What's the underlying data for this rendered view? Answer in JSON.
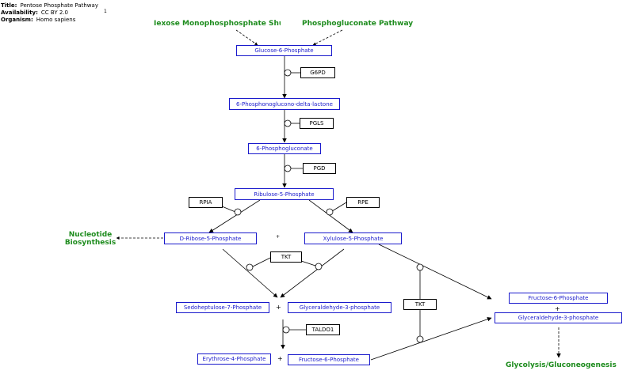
{
  "meta": {
    "title_label": "Title:",
    "title": "Pentose Phosphate Pathway",
    "availability_label": "Availability:",
    "availability": "CC BY 2.0",
    "organism_label": "Organism:",
    "organism": "Homo sapiens",
    "footnote": "1"
  },
  "pathway_labels": {
    "hexose_shunt": "Iexose Monophosphosphate Shun",
    "phosphogluconate": "Phosphogluconate Pathway",
    "nucleotide_1": "Nucleotide",
    "nucleotide_2": "Biosynthesis",
    "glycolysis": "Glycolysis/Gluconeogenesis"
  },
  "metabolites": {
    "g6p": "Glucose-6-Phosphate",
    "pgl": "6-Phosphonoglucono-delta-lactone",
    "pg": "6-Phosphogluconate",
    "ru5p": "Ribulose-5-Phosphate",
    "r5p": "D-Ribose-5-Phosphate",
    "x5p": "Xylulose-5-Phosphate",
    "s7p": "Sedoheptulose-7-Phosphate",
    "g3p_a": "Glyceraldehyde-3-phosphate",
    "e4p": "Erythrose-4-Phosphate",
    "f6p_a": "Fructose-6-Phosphate",
    "f6p_b": "Fructose-6-Phosphate",
    "g3p_b": "Glyceraldehyde-3-phosphate"
  },
  "enzymes": {
    "g6pd": "G6PD",
    "pgls": "PGLS",
    "pgd": "PGD",
    "rpia": "RPIA",
    "rpe": "RPE",
    "tkt_a": "TKT",
    "tkt_b": "TKT",
    "taldo1": "TALDO1"
  },
  "plus_sign": "+"
}
